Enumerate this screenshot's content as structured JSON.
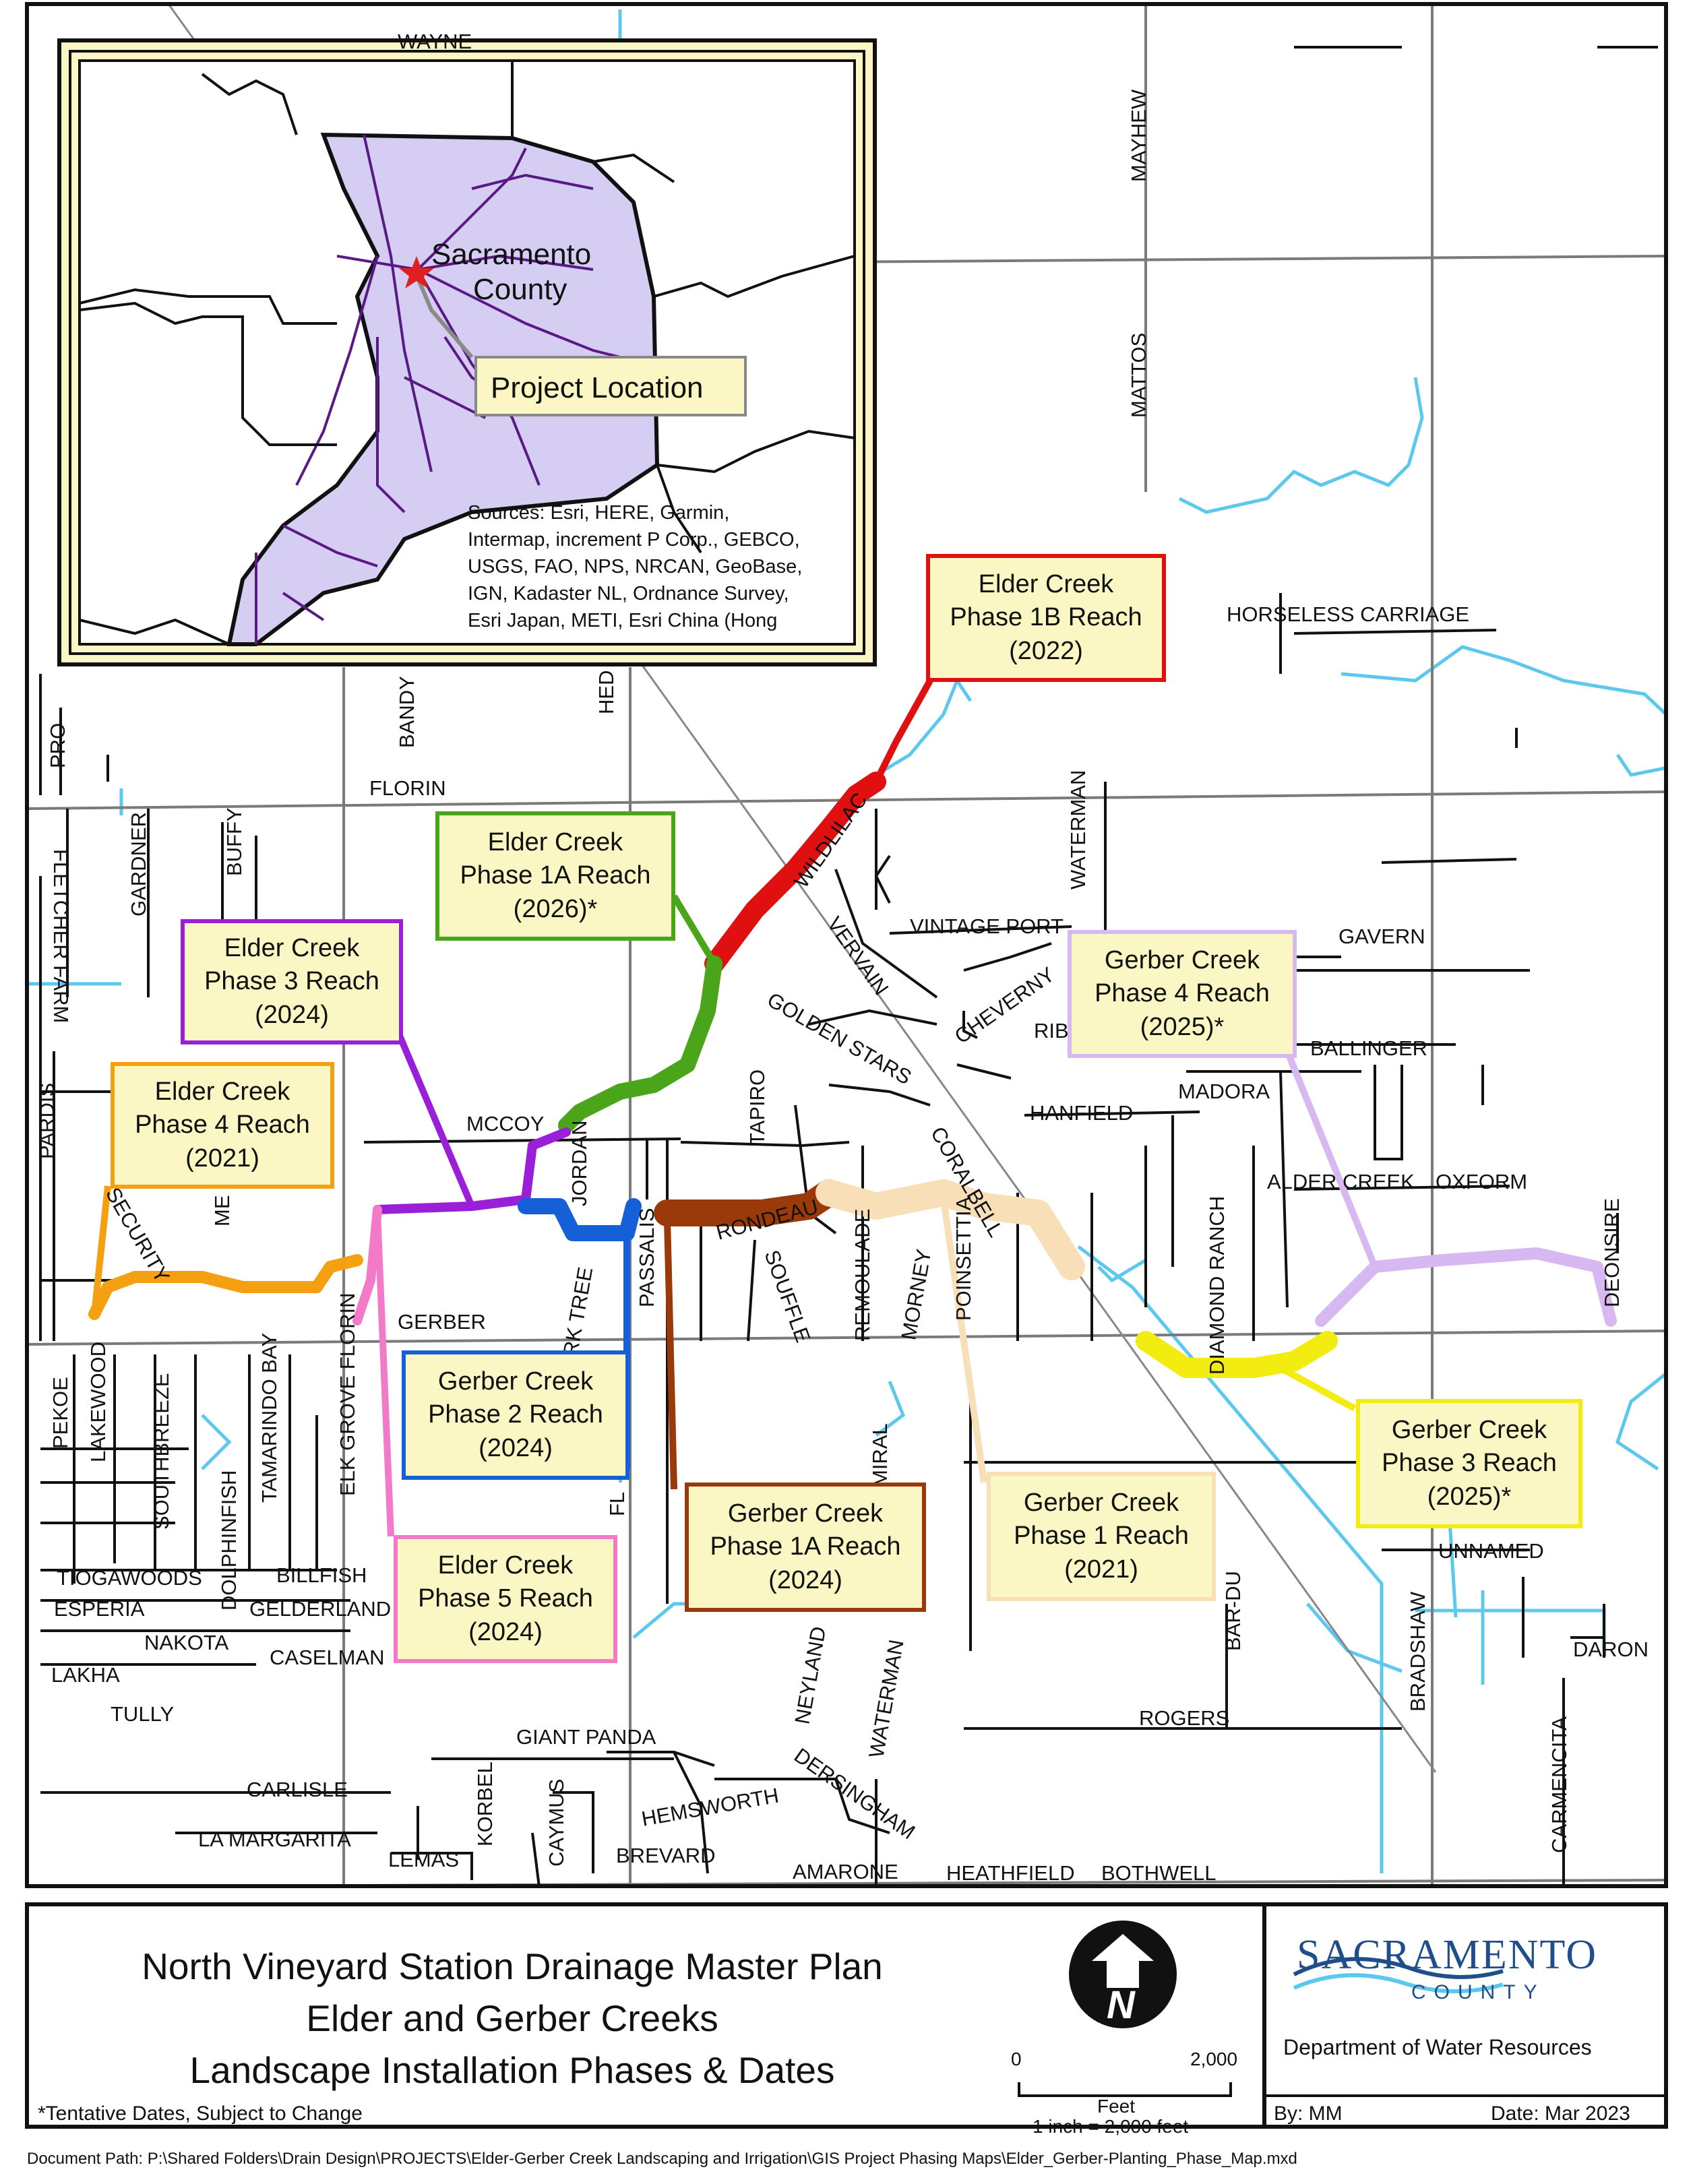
{
  "inset": {
    "county_label_line1": "Sacramento",
    "county_label_line2": "County",
    "project_location_label": "Project Location",
    "sources_text": [
      "Sources: Esri, HERE, Garmin,",
      "Intermap, increment P Corp., GEBCO,",
      "USGS, FAO, NPS, NRCAN, GeoBase,",
      "IGN, Kadaster NL, Ordnance Survey,",
      "Esri Japan, METI, Esri China (Hong"
    ],
    "county_fill_color": "#d6cdf2",
    "road_color": "#5a1a86",
    "star_color": "#e02020"
  },
  "phases": [
    {
      "id": "elder-1b",
      "lines": [
        "Elder Creek",
        "Phase 1B Reach",
        "(2022)"
      ],
      "color": "#e01010"
    },
    {
      "id": "elder-1a",
      "lines": [
        "Elder Creek",
        "Phase 1A Reach",
        "(2026)*"
      ],
      "color": "#4aa51a"
    },
    {
      "id": "elder-3",
      "lines": [
        "Elder Creek",
        "Phase 3 Reach",
        "(2024)"
      ],
      "color": "#9a1fd8"
    },
    {
      "id": "elder-4",
      "lines": [
        "Elder Creek",
        "Phase 4 Reach",
        "(2021)"
      ],
      "color": "#f5a012"
    },
    {
      "id": "elder-5",
      "lines": [
        "Elder Creek",
        "Phase 5 Reach",
        "(2024)"
      ],
      "color": "#f27ac8"
    },
    {
      "id": "gerber-2",
      "lines": [
        "Gerber Creek",
        "Phase 2 Reach",
        "(2024)"
      ],
      "color": "#1560d8"
    },
    {
      "id": "gerber-1a",
      "lines": [
        "Gerber Creek",
        "Phase 1A Reach",
        "(2024)"
      ],
      "color": "#9a3a0a"
    },
    {
      "id": "gerber-1",
      "lines": [
        "Gerber Creek",
        "Phase 1 Reach",
        "(2021)"
      ],
      "color": "#f8dfb8"
    },
    {
      "id": "gerber-4",
      "lines": [
        "Gerber Creek",
        "Phase 4 Reach",
        "(2025)*"
      ],
      "color": "#d8b8f0"
    },
    {
      "id": "gerber-3",
      "lines": [
        "Gerber Creek",
        "Phase 3 Reach",
        "(2025)*"
      ],
      "color": "#f2ec10"
    }
  ],
  "roads": [
    "WAYNE",
    "MAYHEW",
    "MATTOS",
    "HORSELESS CARRIAGE",
    "PRO",
    "BANDY",
    "HED",
    "FLORIN",
    "GARDNER",
    "BUFFY",
    "FLETCHER FARM",
    "WILDLILAC",
    "WATERMAN",
    "VINTAGE PORT",
    "VERVAIN",
    "GAVERN",
    "GOLDEN STARS",
    "CHEVERNY",
    "RIB",
    "BALLINGER",
    "TAPIRO",
    "MADORA",
    "HANFIELD",
    "PARDIS",
    "MCCOY",
    "JORDAN",
    "CORALBELL",
    "ALDER CREEK",
    "OXFORM",
    "ME",
    "DEONSIRE",
    "SECURITY",
    "CORK TREE",
    "PASSALIS",
    "RONDEAU",
    "REMOULADE",
    "POINSETTIA",
    "DIAMOND RANCH",
    "SOUFFLE",
    "MORNEY",
    "GERBER",
    "LAKEWOOD",
    "PEKOE",
    "SOUTHBREEZE",
    "TAMARINDO BAY",
    "ELK GROVE FLORIN",
    "DOLPHINFISH",
    "ADMIRAL",
    "FL",
    "UNNAMED",
    "TIOGAWOODS",
    "BILLFISH",
    "ESPERIA",
    "GELDERLAND",
    "BAR-DU",
    "BRADSHAW",
    "DARON",
    "LAKHA",
    "NAKOTA",
    "CASELMAN",
    "NEYLAND",
    "WATERMAN",
    "ROGERS",
    "TULLY",
    "GIANT PANDA",
    "CARMENCITA",
    "CARLISLE",
    "DERSINGHAM",
    "KORBEL",
    "CAYMUS",
    "HEMSWORTH",
    "LA MARGARITA",
    "LEMAS",
    "BREVARD",
    "AMARONE",
    "HEATHFIELD",
    "BOTHWELL"
  ],
  "footer": {
    "title_lines": [
      "North Vineyard Station Drainage Master Plan",
      "Elder and Gerber Creeks",
      "Landscape Installation Phases & Dates"
    ],
    "note": "*Tentative Dates, Subject to Change",
    "scale_zero": "0",
    "scale_max": "2,000",
    "scale_unit": "Feet",
    "scale_ratio": "1 inch = 2,000 feet",
    "north_letter": "N",
    "logo_main": "SACRAMENTO",
    "logo_sub": "COUNTY",
    "department": "Department of Water Resources",
    "author": "By: MM",
    "date": "Date: Mar 2023",
    "document_path": "Document Path: P:\\Shared Folders\\Drain Design\\PROJECTS\\Elder-Gerber Creek Landscaping and Irrigation\\GIS Project Phasing Maps\\Elder_Gerber-Planting_Phase_Map.mxd"
  },
  "colors": {
    "creek": "#5cc8ee",
    "road": "#7a7a7a",
    "street": "#111111",
    "railroad": "#888888"
  }
}
